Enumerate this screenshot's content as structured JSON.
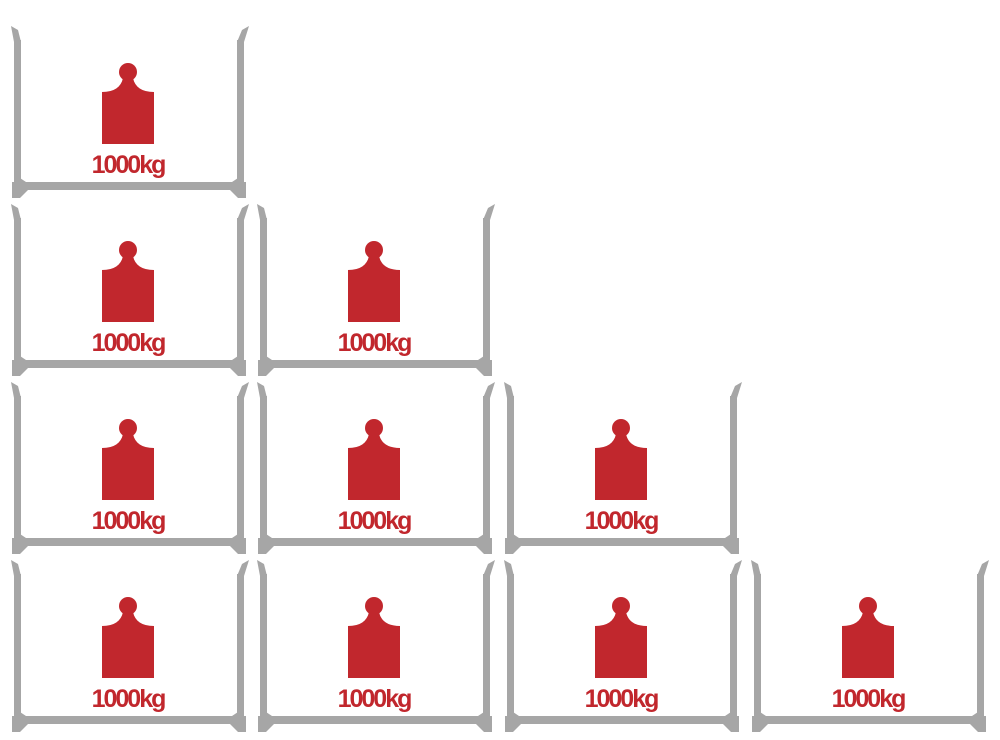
{
  "diagram": {
    "description_columns": 4,
    "colors": {
      "frame": "#a6a6a6",
      "weight": "#c1272d",
      "label": "#c1272d",
      "background": "#ffffff"
    },
    "stacks": [
      {
        "column": 1,
        "containers": [
          {
            "load_label": "1000kg",
            "icon": "weight-icon"
          },
          {
            "load_label": "1000kg",
            "icon": "weight-icon"
          },
          {
            "load_label": "1000kg",
            "icon": "weight-icon"
          },
          {
            "load_label": "1000kg",
            "icon": "weight-icon"
          }
        ]
      },
      {
        "column": 2,
        "containers": [
          {
            "load_label": "1000kg",
            "icon": "weight-icon"
          },
          {
            "load_label": "1000kg",
            "icon": "weight-icon"
          },
          {
            "load_label": "1000kg",
            "icon": "weight-icon"
          }
        ]
      },
      {
        "column": 3,
        "containers": [
          {
            "load_label": "1000kg",
            "icon": "weight-icon"
          },
          {
            "load_label": "1000kg",
            "icon": "weight-icon"
          }
        ]
      },
      {
        "column": 4,
        "containers": [
          {
            "load_label": "1000kg",
            "icon": "weight-icon"
          }
        ]
      }
    ]
  }
}
